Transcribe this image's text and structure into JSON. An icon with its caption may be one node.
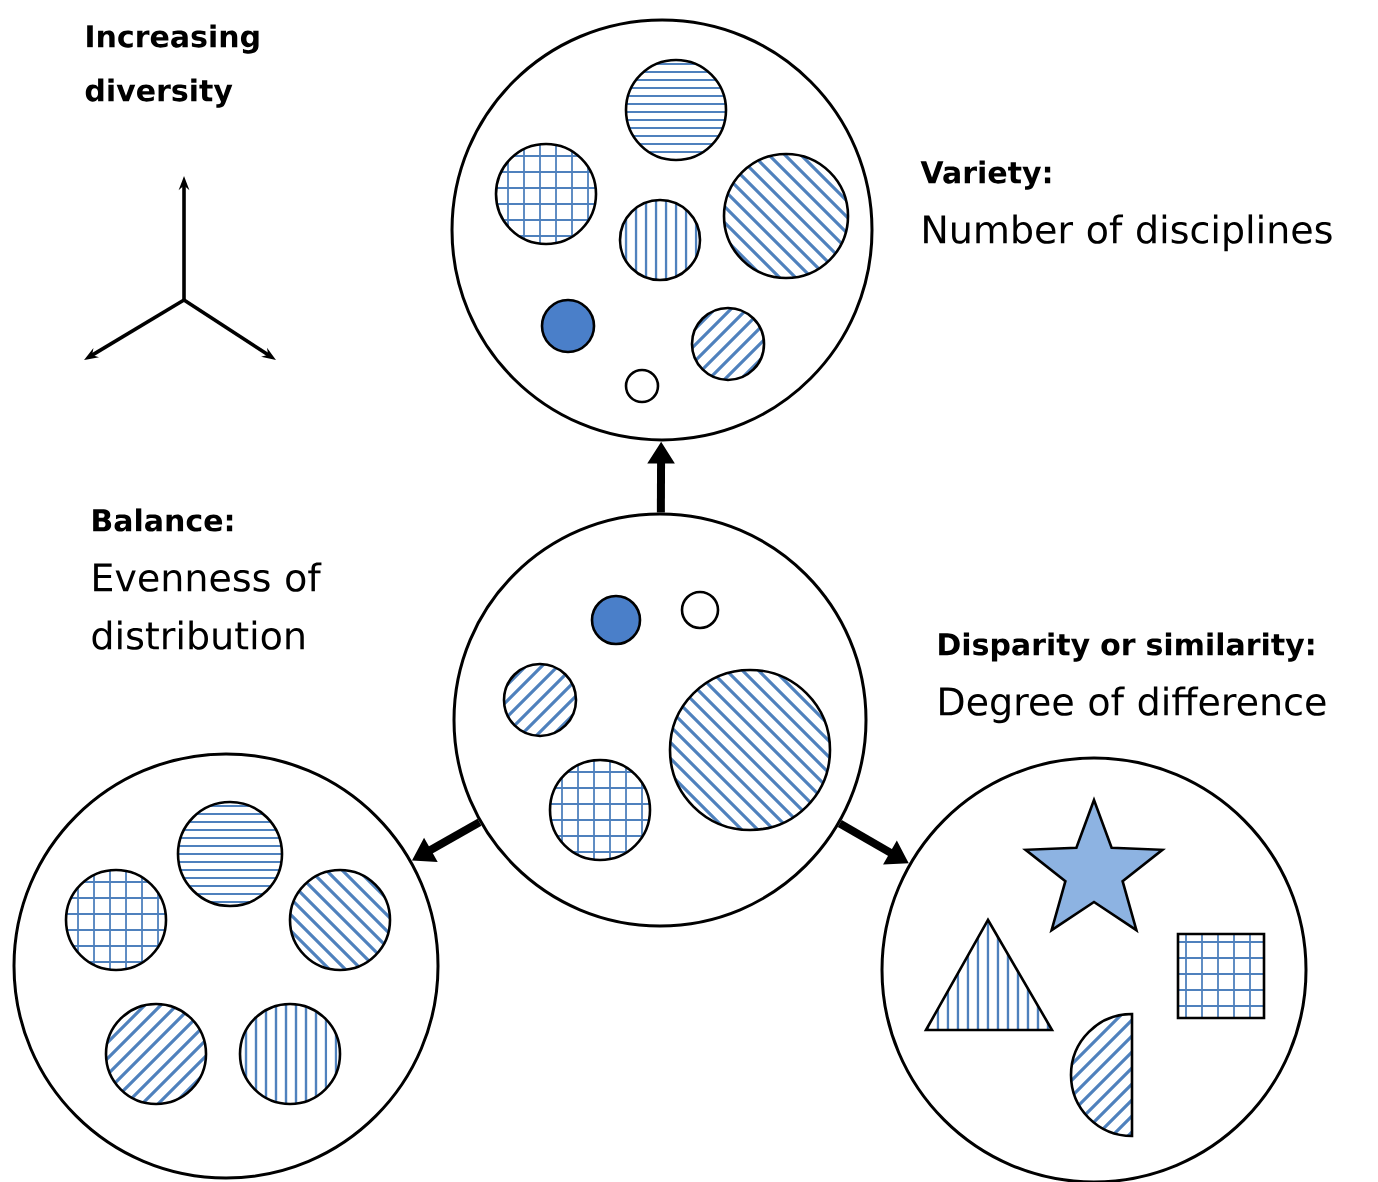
{
  "diagram": {
    "nodes": [
      {
        "text": [],
        "shape": "circle",
        "beside": [
          "Variety:",
          "Number of disciplines"
        ]
      },
      {
        "text": [],
        "shape": "circle"
      },
      {
        "text": [],
        "shape": "circle",
        "beside": [
          "Balance:",
          "Evenness of distribution"
        ]
      },
      {
        "text": [],
        "shape": "circle",
        "beside": [
          "Disparity or similarity:",
          "Degree of difference"
        ]
      }
    ],
    "edges": [
      {
        "from": 1,
        "to": 0,
        "arrow": "to"
      },
      {
        "from": 1,
        "to": 2,
        "arrow": "to"
      },
      {
        "from": 1,
        "to": 3,
        "arrow": "to"
      }
    ],
    "labels": [
      "Increasing diversity"
    ]
  }
}
